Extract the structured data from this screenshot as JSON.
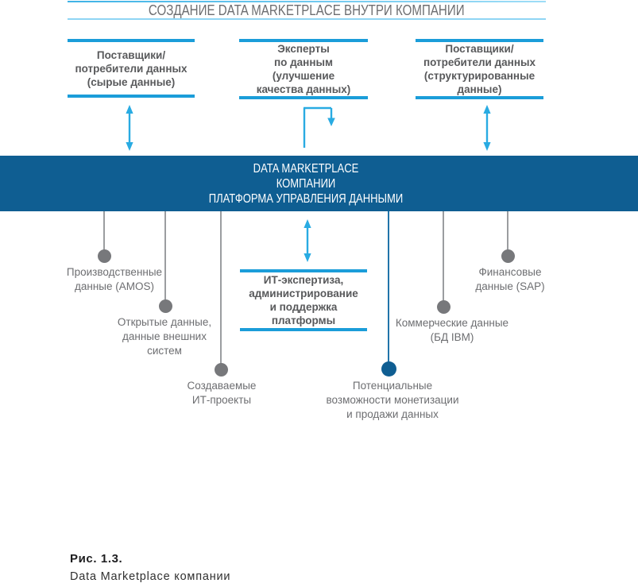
{
  "title": "СОЗДАНИЕ DATA MARKETPLACE ВНУТРИ КОМПАНИИ",
  "colors": {
    "accent_blue": "#1b9dd9",
    "arrow_blue": "#29abe2",
    "band_blue": "#0f5e92",
    "line_gray": "#9b9da0",
    "dot_gray": "#77787b",
    "blue_line": "#2174a9"
  },
  "top_boxes": [
    {
      "label": "Поставщики/\nпотребители данных\n(сырые данные)"
    },
    {
      "label": "Эксперты\nпо данным\n(улучшение\nкачества данных)"
    },
    {
      "label": "Поставщики/\nпотребители данных\n(структурированные\nданные)"
    }
  ],
  "platform_band": {
    "label": "DATA MARKETPLACE\nКОМПАНИИ\nПЛАТФОРМА УПРАВЛЕНИЯ ДАННЫМИ"
  },
  "it_box": {
    "label": "ИТ-экспертиза,\nадминистрирование\nи поддержка\nплатформы"
  },
  "sources": [
    {
      "label": "Производственные\nданные (AMOS)",
      "accent": "gray"
    },
    {
      "label": "Открытые данные,\nданные внешних\nсистем",
      "accent": "gray"
    },
    {
      "label": "Создаваемые\nИТ-проекты",
      "accent": "gray"
    },
    {
      "label": "Потенциальные\nвозможности монетизации\nи продажи данных",
      "accent": "blue"
    },
    {
      "label": "Коммерческие данные\n(БД IBM)",
      "accent": "gray"
    },
    {
      "label": "Финансовые\nданные (SAP)",
      "accent": "gray"
    }
  ],
  "caption": {
    "figure_label": "Рис. 1.3.",
    "figure_title": "Data Marketplace компании"
  }
}
